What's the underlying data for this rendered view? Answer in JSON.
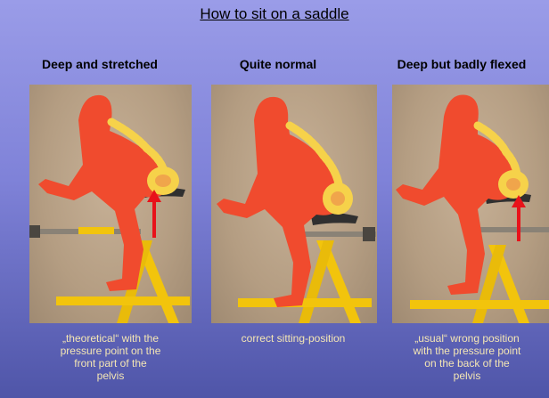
{
  "slide": {
    "title": "How to sit on a saddle"
  },
  "columns": [
    {
      "heading": "Deep and stretched",
      "caption_lines": [
        "„theoretical“ with the",
        "pressure point on the",
        "front part of the",
        "pelvis"
      ]
    },
    {
      "heading": "Quite normal",
      "caption_lines": [
        "correct sitting-position"
      ]
    },
    {
      "heading": "Deep but badly flexed",
      "caption_lines": [
        "„usual“ wrong position",
        "with the pressure point",
        "on the back of the",
        "pelvis"
      ]
    }
  ],
  "colors": {
    "figure": "#f04b2e",
    "spine": "#f6d24a",
    "frame": "#f2c40c",
    "arrow": "#e8121a",
    "caption": "#f4e6b4"
  }
}
